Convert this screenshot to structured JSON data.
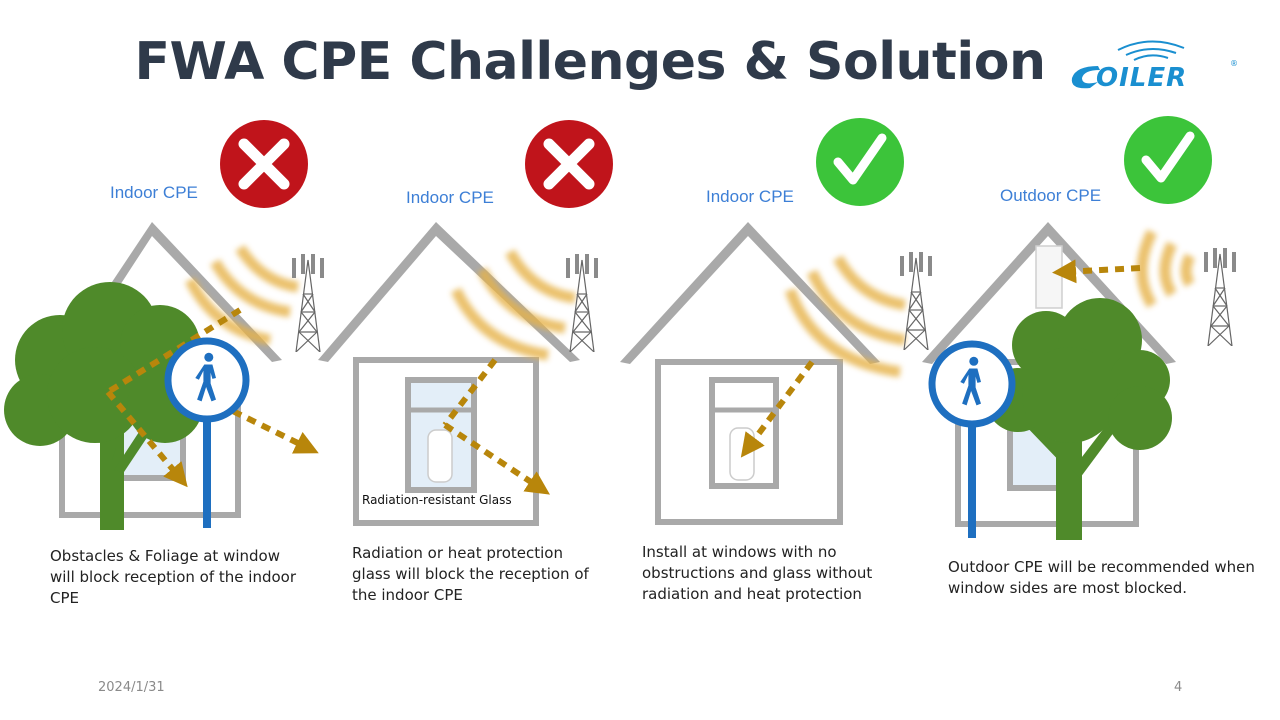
{
  "slide": {
    "title": "FWA CPE Challenges & Solution",
    "logo_text": "COILER",
    "date": "2024/1/31",
    "page_number": "4"
  },
  "panels": [
    {
      "label": "Indoor CPE",
      "status": "bad",
      "status_icon": "cross-icon",
      "description": "Obstacles & Foliage at window will block reception of the indoor CPE"
    },
    {
      "label": "Indoor CPE",
      "status": "bad",
      "status_icon": "cross-icon",
      "description": "Radiation or heat protection glass will block the reception of the indoor CPE",
      "note": "Radiation-resistant Glass"
    },
    {
      "label": "Indoor CPE",
      "status": "good",
      "status_icon": "check-icon",
      "description": "Install at windows with no obstructions and glass without radiation and heat protection"
    },
    {
      "label": "Outdoor CPE",
      "status": "good",
      "status_icon": "check-icon",
      "description": "Outdoor CPE will be recommended when window sides are most blocked."
    }
  ],
  "colors": {
    "title": "#2f3a4a",
    "label": "#3d7fd6",
    "cross_bg": "#c0141b",
    "check_bg": "#3cc43a",
    "house": "#a9a9a9",
    "tree": "#4f8a2a",
    "signal_path": "#b8860b",
    "pedestrian_sign": "#1e6fc0"
  }
}
